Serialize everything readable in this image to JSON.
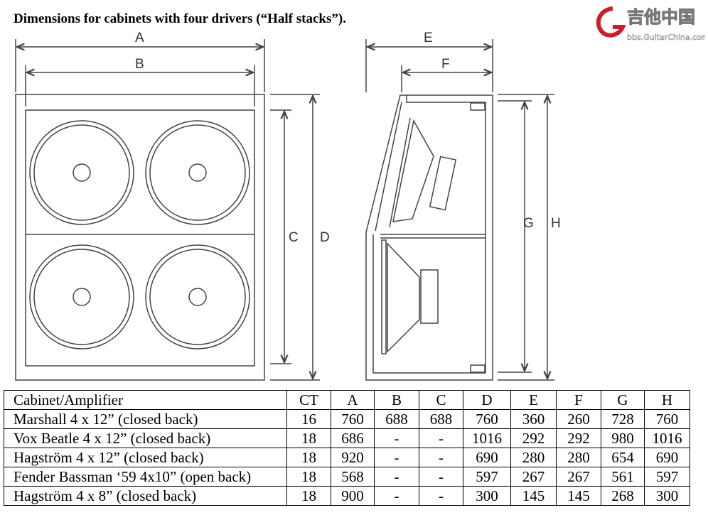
{
  "title": "Dimensions for cabinets with four drivers (“Half stacks”).",
  "diagram": {
    "labels": {
      "A": "A",
      "B": "B",
      "C": "C",
      "D": "D",
      "E": "E",
      "F": "F",
      "G": "G",
      "H": "H"
    }
  },
  "table": {
    "headers": [
      "Cabinet/Amplifier",
      "CT",
      "A",
      "B",
      "C",
      "D",
      "E",
      "F",
      "G",
      "H"
    ],
    "rows": [
      [
        "Marshall 4 x 12” (closed back)",
        "16",
        "760",
        "688",
        "688",
        "760",
        "360",
        "260",
        "728",
        "760"
      ],
      [
        "Vox Beatle 4 x 12” (closed back)",
        "18",
        "686",
        "-",
        "-",
        "1016",
        "292",
        "292",
        "980",
        "1016"
      ],
      [
        "Hagström 4 x 12” (closed back)",
        "18",
        "920",
        "-",
        "-",
        "690",
        "280",
        "280",
        "654",
        "690"
      ],
      [
        "Fender Bassman ‘59 4x10” (open back)",
        "18",
        "568",
        "-",
        "-",
        "597",
        "267",
        "267",
        "561",
        "597"
      ],
      [
        "Hagström 4 x 8” (closed back)",
        "18",
        "900",
        "-",
        "-",
        "300",
        "145",
        "145",
        "268",
        "300"
      ]
    ]
  },
  "watermark": {
    "text": "吉他中国",
    "url": "bbs.GuitarChina.com"
  }
}
